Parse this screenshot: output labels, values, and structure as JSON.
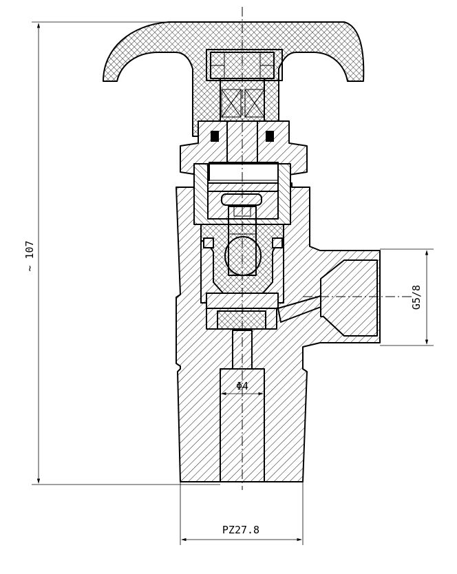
{
  "dimensions": {
    "height": "107",
    "height_prefix": "~",
    "outlet_thread": "G5/8",
    "bore": "Φ4",
    "inlet_thread": "PZ27.8"
  },
  "colors": {
    "line": "#000000",
    "background": "#ffffff"
  }
}
